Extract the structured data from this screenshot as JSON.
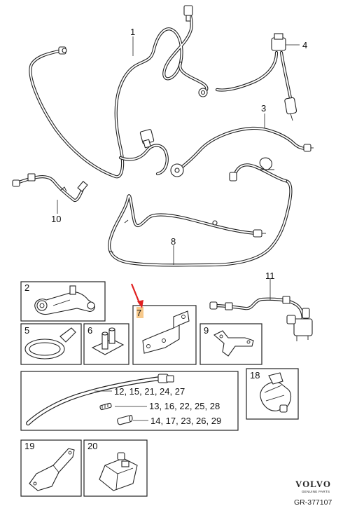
{
  "labels": {
    "l1": "1",
    "l2": "2",
    "l3": "3",
    "l4": "4",
    "l5": "5",
    "l6": "6",
    "l7": "7",
    "l8": "8",
    "l9": "9",
    "l10": "10",
    "l11": "11",
    "l18": "18",
    "l19": "19",
    "l20": "20",
    "l12": "12, 15, 21, 24, 27",
    "l13": "13, 16, 22, 25, 28",
    "l14": "14, 17, 23, 26, 29"
  },
  "colors": {
    "highlight": "#f7c98b",
    "arrow": "#e02020",
    "line": "#222222"
  },
  "brand": {
    "name": "VOLVO",
    "tagline": "GENUINE PARTS"
  },
  "reference": "GR-377107"
}
